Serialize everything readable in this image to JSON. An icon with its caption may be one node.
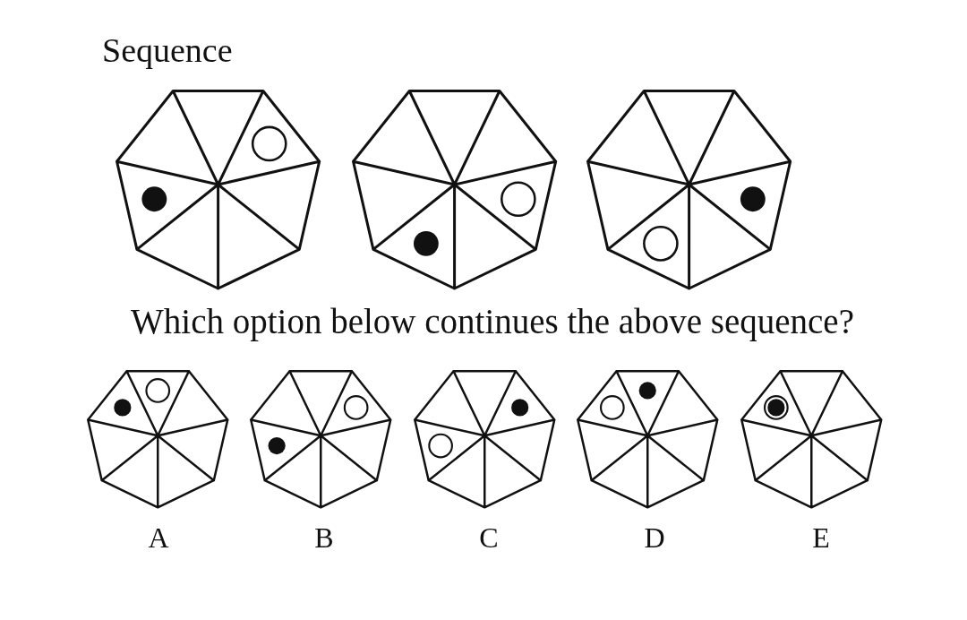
{
  "diagram": {
    "title": "Sequence",
    "labels": [
      "Which option below continues the above sequence?",
      "A",
      "B",
      "C",
      "D",
      "E"
    ]
  }
}
